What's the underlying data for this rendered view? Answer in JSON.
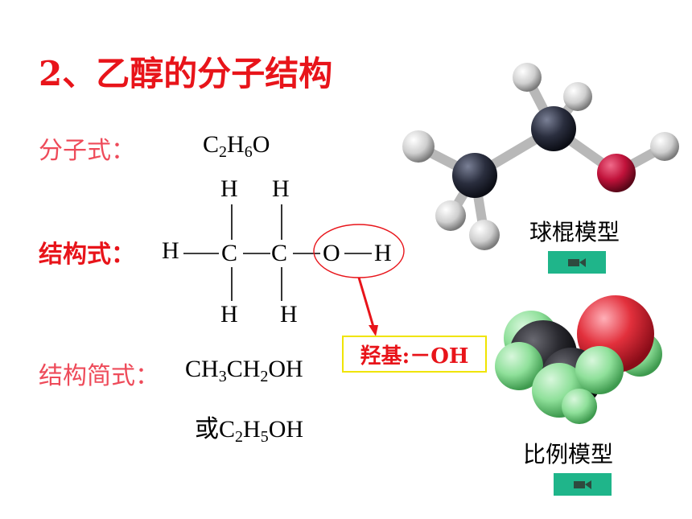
{
  "title": "2、乙醇的分子结构",
  "molecular_formula": {
    "label": "分子式：",
    "parts": [
      {
        "text": "C"
      },
      {
        "sub": "2"
      },
      {
        "text": "H"
      },
      {
        "sub": "6"
      },
      {
        "text": "O"
      }
    ]
  },
  "structural_formula": {
    "label": "结构式：",
    "atoms": {
      "h_left": "H",
      "c1": "C",
      "c2": "C",
      "o": "O",
      "h_right": "H",
      "h_top1": "H",
      "h_top2": "H",
      "h_bot1": "H",
      "h_bot2": "H"
    }
  },
  "condensed_formula": {
    "label": "结构简式：",
    "line1": [
      {
        "text": "CH"
      },
      {
        "sub": "3"
      },
      {
        "text": "CH"
      },
      {
        "sub": "2"
      },
      {
        "text": "OH"
      }
    ],
    "line2": [
      {
        "text": "或C"
      },
      {
        "sub": "2"
      },
      {
        "text": "H"
      },
      {
        "sub": "5"
      },
      {
        "text": "OH"
      }
    ]
  },
  "hydroxyl_callout": "羟基:－OH",
  "ball_stick_model": {
    "label": "球棍模型",
    "button_icon": "video-camera-icon"
  },
  "space_filling_model": {
    "label": "比例模型",
    "button_icon": "video-camera-icon"
  },
  "colors": {
    "title_red": "#e8141a",
    "label_pink": "#ee4b5a",
    "video_button": "#1fb58a",
    "callout_border": "#f0e400",
    "carbon": "#2a2e3e",
    "oxygen": "#c0123a",
    "hydrogen": "#d8d8d8",
    "fill_hydrogen": "#8fe09a"
  }
}
